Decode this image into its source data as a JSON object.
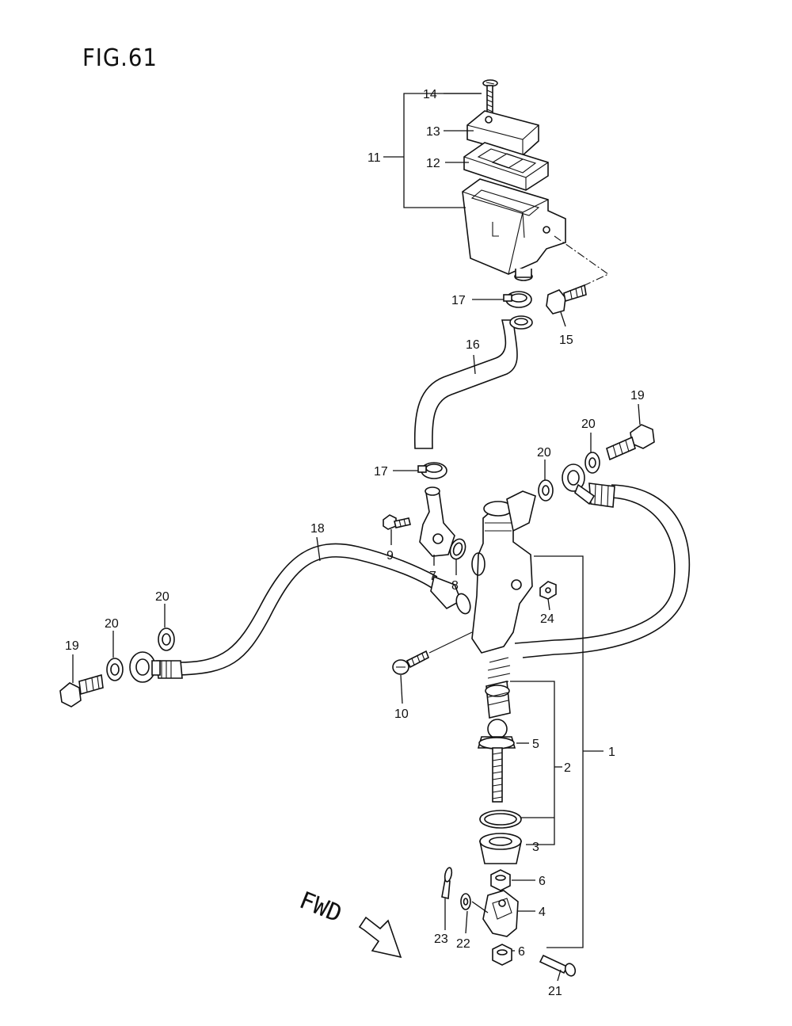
{
  "figure": {
    "title": "FIG.61",
    "fwd_label": "FWD"
  },
  "callouts": [
    {
      "id": "c1",
      "text": "1"
    },
    {
      "id": "c2",
      "text": "2"
    },
    {
      "id": "c3",
      "text": "3"
    },
    {
      "id": "c4",
      "text": "4"
    },
    {
      "id": "c5",
      "text": "5"
    },
    {
      "id": "c6a",
      "text": "6"
    },
    {
      "id": "c6b",
      "text": "6"
    },
    {
      "id": "c7",
      "text": "7"
    },
    {
      "id": "c8",
      "text": "8"
    },
    {
      "id": "c9",
      "text": "9"
    },
    {
      "id": "c10",
      "text": "10"
    },
    {
      "id": "c11",
      "text": "11"
    },
    {
      "id": "c12",
      "text": "12"
    },
    {
      "id": "c13",
      "text": "13"
    },
    {
      "id": "c14",
      "text": "14"
    },
    {
      "id": "c15",
      "text": "15"
    },
    {
      "id": "c16",
      "text": "16"
    },
    {
      "id": "c17a",
      "text": "17"
    },
    {
      "id": "c17b",
      "text": "17"
    },
    {
      "id": "c18",
      "text": "18"
    },
    {
      "id": "c19a",
      "text": "19"
    },
    {
      "id": "c19b",
      "text": "19"
    },
    {
      "id": "c20a",
      "text": "20"
    },
    {
      "id": "c20b",
      "text": "20"
    },
    {
      "id": "c20c",
      "text": "20"
    },
    {
      "id": "c20d",
      "text": "20"
    },
    {
      "id": "c21",
      "text": "21"
    },
    {
      "id": "c22",
      "text": "22"
    },
    {
      "id": "c23",
      "text": "23"
    },
    {
      "id": "c24",
      "text": "24"
    }
  ]
}
